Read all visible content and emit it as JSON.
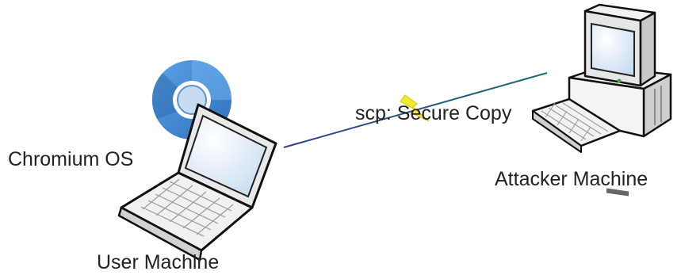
{
  "diagram": {
    "os_label": "Chromium OS",
    "user_label": "User Machine",
    "attacker_label": "Attacker Machine",
    "link_label": "scp: Secure Copy"
  },
  "icons": {
    "os_logo": "chromium-logo",
    "user_device": "laptop",
    "attacker_device": "desktop-computer",
    "link_effect": "lightning-bolt"
  },
  "colors": {
    "link_start": "#2a3f8f",
    "link_end": "#1f6f6f",
    "bolt": "#f2ea2a",
    "logo_outer": "#3f8ad8",
    "logo_inner": "#c7dcf3",
    "screen": "#d8e8f6",
    "text": "#222222"
  }
}
